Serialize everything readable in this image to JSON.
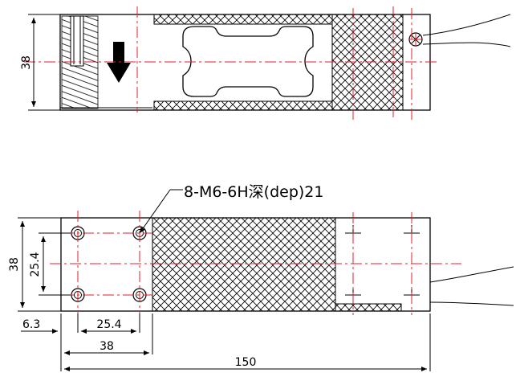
{
  "top_view": {
    "height_label": "38"
  },
  "bottom_view": {
    "callout_label": "8-M6-6H深(dep)21",
    "height_label": "38",
    "hole_spacing_vertical_label": "25.4",
    "offset_label": "6.3",
    "hole_spacing_horizontal_label": "25.4",
    "mount_width_label": "38",
    "total_length_label": "150"
  },
  "colors": {
    "outline": "#000000",
    "centerline": "#e0202a"
  }
}
